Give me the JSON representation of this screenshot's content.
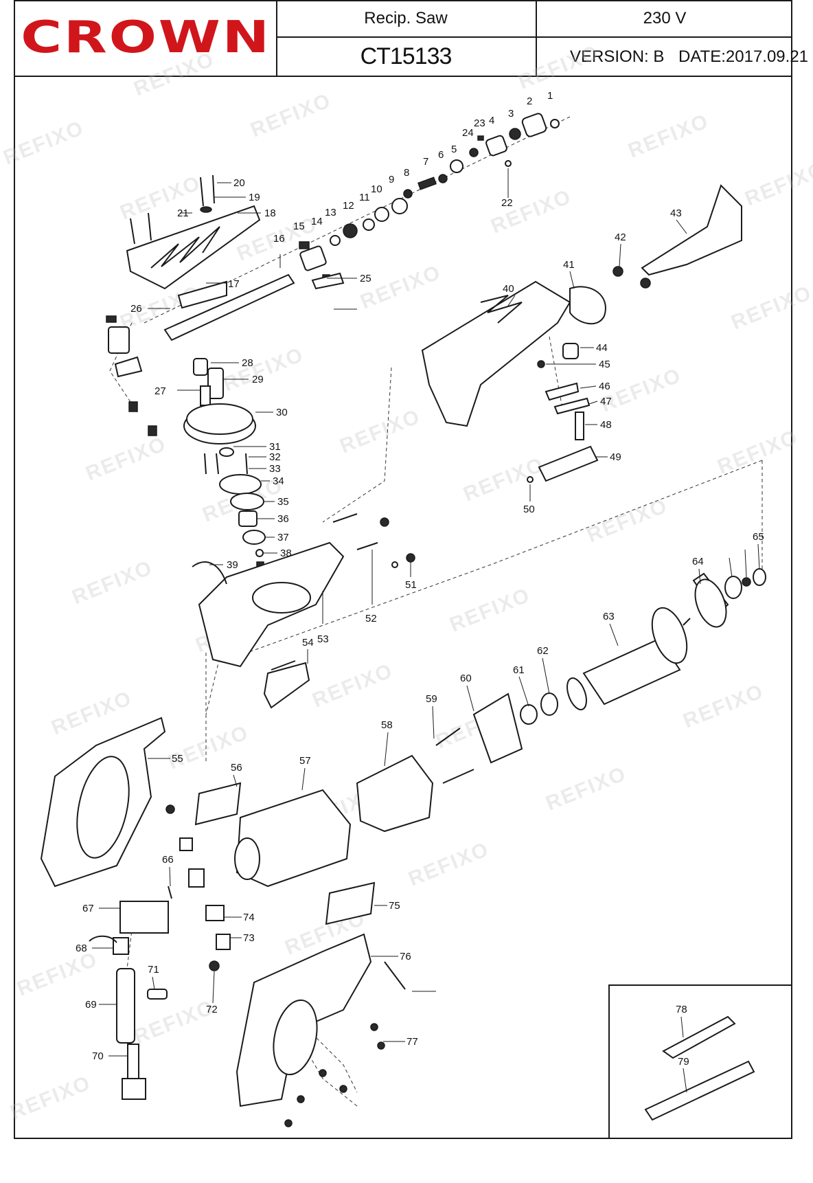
{
  "title_block": {
    "brand": "CROWN",
    "product": "Recip. Saw",
    "voltage": "230 V",
    "model": "CT15133",
    "version": "VERSION: B",
    "date": "DATE:2017.09.21"
  },
  "watermark": "REFIXO",
  "colors": {
    "brand_red": "#d0161b",
    "line": "#1a1a1a"
  },
  "labels": {
    "p1": "1",
    "p2": "2",
    "p3": "3",
    "p4": "4",
    "p5": "5",
    "p6": "6",
    "p7": "7",
    "p8": "8",
    "p9": "9",
    "p10": "10",
    "p11": "11",
    "p12": "12",
    "p13": "13",
    "p14": "14",
    "p15": "15",
    "p16": "16",
    "p17": "17",
    "p18": "18",
    "p19": "19",
    "p20": "20",
    "p21": "21",
    "p22": "22",
    "p23": "23",
    "p24": "24",
    "p25": "25",
    "p26": "26",
    "p27": "27",
    "p28": "28",
    "p29": "29",
    "p30": "30",
    "p31": "31",
    "p32": "32",
    "p33": "33",
    "p34": "34",
    "p35": "35",
    "p36": "36",
    "p37": "37",
    "p38": "38",
    "p39": "39",
    "p40": "40",
    "p41": "41",
    "p42": "42",
    "p43": "43",
    "p44": "44",
    "p45": "45",
    "p46": "46",
    "p47": "47",
    "p48": "48",
    "p49": "49",
    "p50": "50",
    "p51": "51",
    "p52": "52",
    "p53": "53",
    "p54": "54",
    "p55": "55",
    "p56": "56",
    "p57": "57",
    "p58": "58",
    "p59": "59",
    "p60": "60",
    "p61": "61",
    "p62": "62",
    "p63": "63",
    "p64": "64",
    "p65": "65",
    "p66": "66",
    "p67": "67",
    "p68": "68",
    "p69": "69",
    "p70": "70",
    "p71": "71",
    "p72": "72",
    "p73": "73",
    "p74": "74",
    "p75": "75",
    "p76": "76",
    "p77": "77",
    "p78": "78",
    "p79": "79"
  }
}
